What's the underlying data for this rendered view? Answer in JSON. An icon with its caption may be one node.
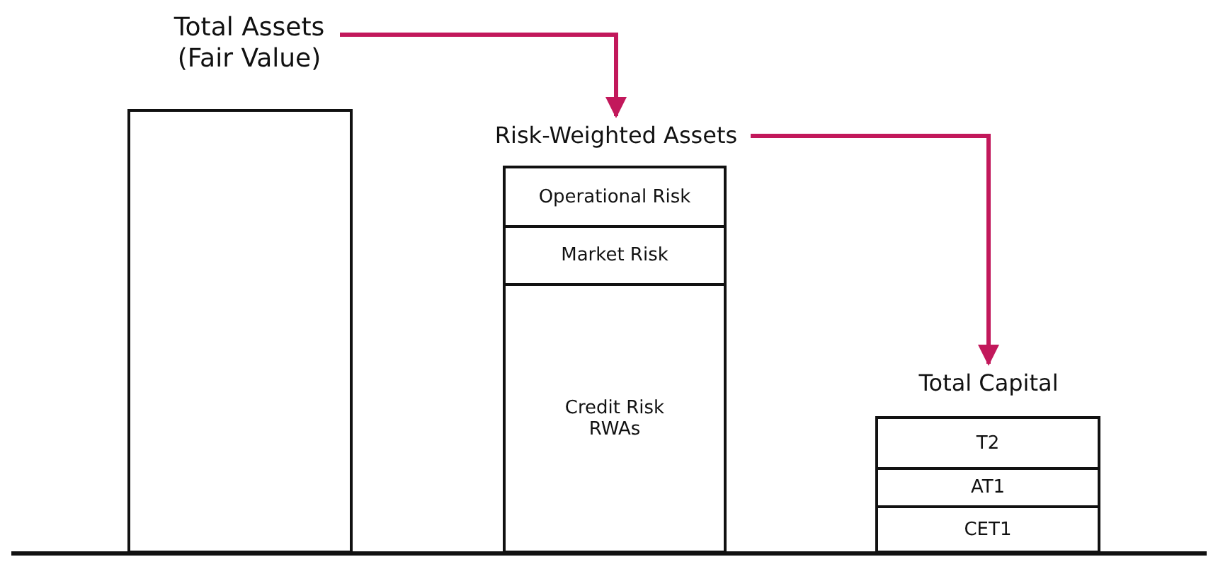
{
  "diagram": {
    "nodes": [
      {
        "text": [
          "Total Assets (Fair Value)"
        ]
      },
      {
        "text": [],
        "shape": "bar"
      },
      {
        "text": [
          "Risk-Weighted Assets"
        ]
      },
      {
        "text": [
          "Operational Risk"
        ]
      },
      {
        "text": [
          "Market Risk"
        ]
      },
      {
        "text": [
          "Credit Risk RWAs"
        ]
      },
      {
        "text": [
          "Total Capital"
        ]
      },
      {
        "text": [
          "T2"
        ]
      },
      {
        "text": [
          "AT1"
        ]
      },
      {
        "text": [
          "CET1"
        ]
      }
    ],
    "edges": [
      {
        "from": 0,
        "to": 2,
        "arrow": "to"
      },
      {
        "from": 2,
        "to": 6,
        "arrow": "to"
      }
    ]
  }
}
